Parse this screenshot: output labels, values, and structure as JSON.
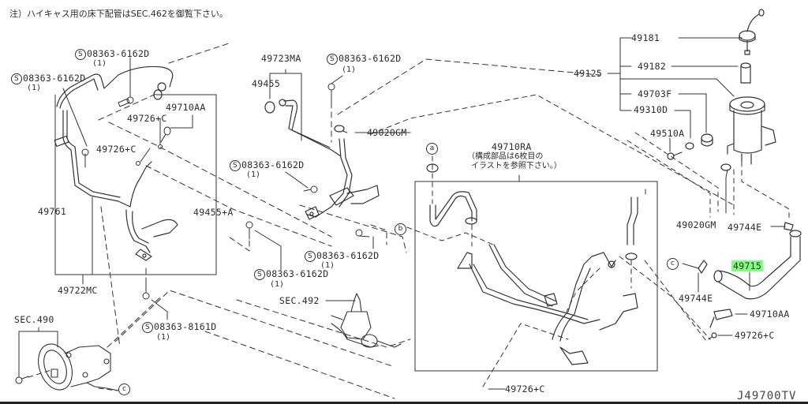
{
  "diagram": {
    "note": "注）ハイキャス用の床下配管はSEC.462を御覧下さい。",
    "diagram_code": "J49700TV",
    "highlighted_part": "49715",
    "highlight_color": "#7dff7d",
    "sub_assembly_note": {
      "part": "49710RA",
      "line1": "（構成部品は6枚目の",
      "line2": "イラストを参照下さい。）"
    },
    "section_refs": {
      "sec490": "SEC.490",
      "sec492": "SEC.492"
    },
    "ref_markers": {
      "a": "a",
      "b": "b",
      "c": "c"
    },
    "standard_mark": "S",
    "labels": {
      "bolt_left_top": {
        "part": "08363-6162D",
        "qty": "(1)"
      },
      "bolt_left_mid": {
        "part": "08363-6162D",
        "qty": "(1)"
      },
      "p49710AA_left": "49710AA",
      "p49726C_1": "49726+C",
      "p49726C_2": "49726+C",
      "p49761": "49761",
      "p49455A": "49455+A",
      "p49722MC": "49722MC",
      "p49723MA": "49723MA",
      "p49455": "49455",
      "bolt_center_top": {
        "part": "08363-6162D",
        "qty": "(1)"
      },
      "p49020GM_center": "49020GM",
      "bolt_center_mid": {
        "part": "08363-6162D",
        "qty": "(1)"
      },
      "bolt_center_low": {
        "part": "08363-6162D",
        "qty": "(1)"
      },
      "bolt_center_bottom": {
        "part": "08363-6162D",
        "qty": "(1)"
      },
      "bolt_pump": {
        "part": "08363-8161D",
        "qty": "(1)"
      },
      "p49125": "49125",
      "p49181": "49181",
      "p49182": "49182",
      "p49703F": "49703F",
      "p49310D": "49310D",
      "p49510A": "49510A",
      "p49020GM_right": "49020GM",
      "p49744E_top": "49744E",
      "p49715": "49715",
      "p49744E_bottom": "49744E",
      "p49710AA_right": "49710AA",
      "p49726C_right": "49726+C",
      "p49726C_bottom": "49726+C"
    }
  }
}
